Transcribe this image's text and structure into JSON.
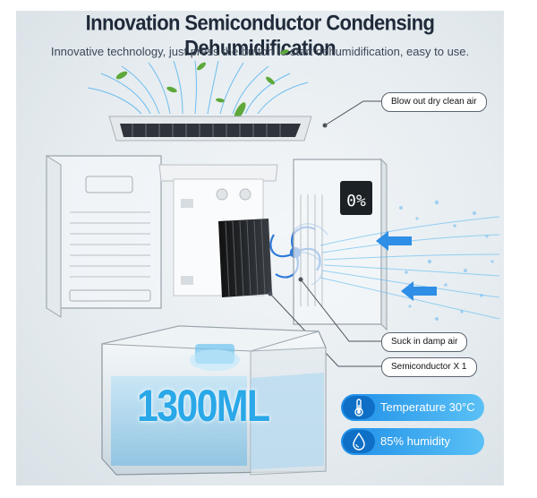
{
  "header": {
    "title": "Innovation Semiconductor Condensing Dehumidification",
    "subtitle": "Innovative technology, just press the button to start dehumidification, easy to use."
  },
  "callouts": {
    "blow_out": "Blow out dry clean air",
    "suck_in": "Suck in damp air",
    "semiconductor": "Semiconductor X 1"
  },
  "tank": {
    "capacity": "1300ML"
  },
  "display": {
    "readout": "0%"
  },
  "specs": {
    "temperature": "Temperature 30°C",
    "humidity": "85% humidity"
  },
  "colors": {
    "accent_blue": "#2aa8e8",
    "pill_dark": "#0f6fc6",
    "leaf_green": "#5ea83a"
  },
  "icons": [
    "leaf-icon",
    "fan-icon",
    "arrow-right-icon",
    "thermometer-icon",
    "humidity-icon"
  ]
}
